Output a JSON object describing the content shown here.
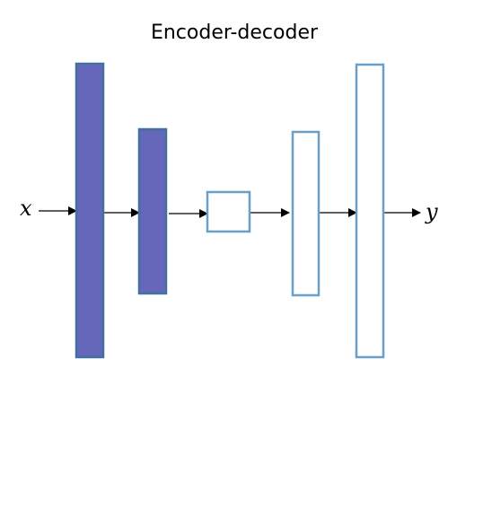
{
  "diagram": {
    "title": "Encoder-decoder",
    "input_label": "x",
    "output_label": "y",
    "colors": {
      "encoder_fill": "#6666bb",
      "encoder_stroke": "#41719c",
      "decoder_fill": "#ffffff",
      "decoder_stroke": "#6a9fc8",
      "arrow": "#000000"
    },
    "layers": [
      {
        "name": "encoder-layer-1",
        "type": "encoder"
      },
      {
        "name": "encoder-layer-2",
        "type": "encoder"
      },
      {
        "name": "bottleneck-layer",
        "type": "decoder"
      },
      {
        "name": "decoder-layer-1",
        "type": "decoder"
      },
      {
        "name": "decoder-layer-2",
        "type": "decoder"
      }
    ]
  }
}
